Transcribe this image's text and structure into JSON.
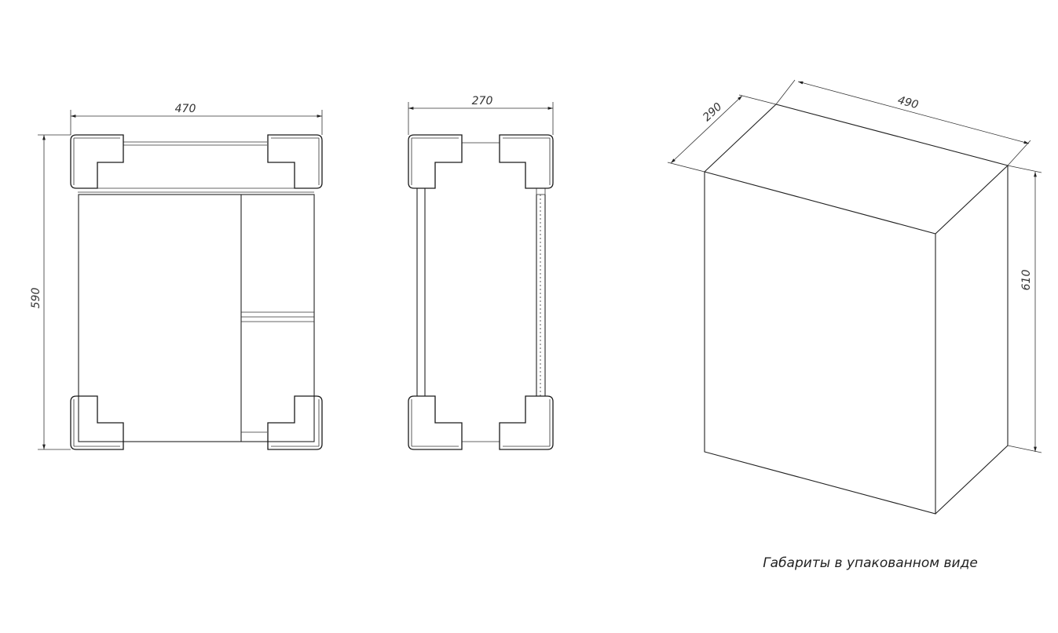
{
  "front_view": {
    "width_label": "470",
    "height_label": "590"
  },
  "side_view": {
    "depth_label": "270"
  },
  "package_view": {
    "depth_label": "290",
    "width_label": "490",
    "height_label": "610",
    "caption": "Габариты в упакованном виде"
  }
}
